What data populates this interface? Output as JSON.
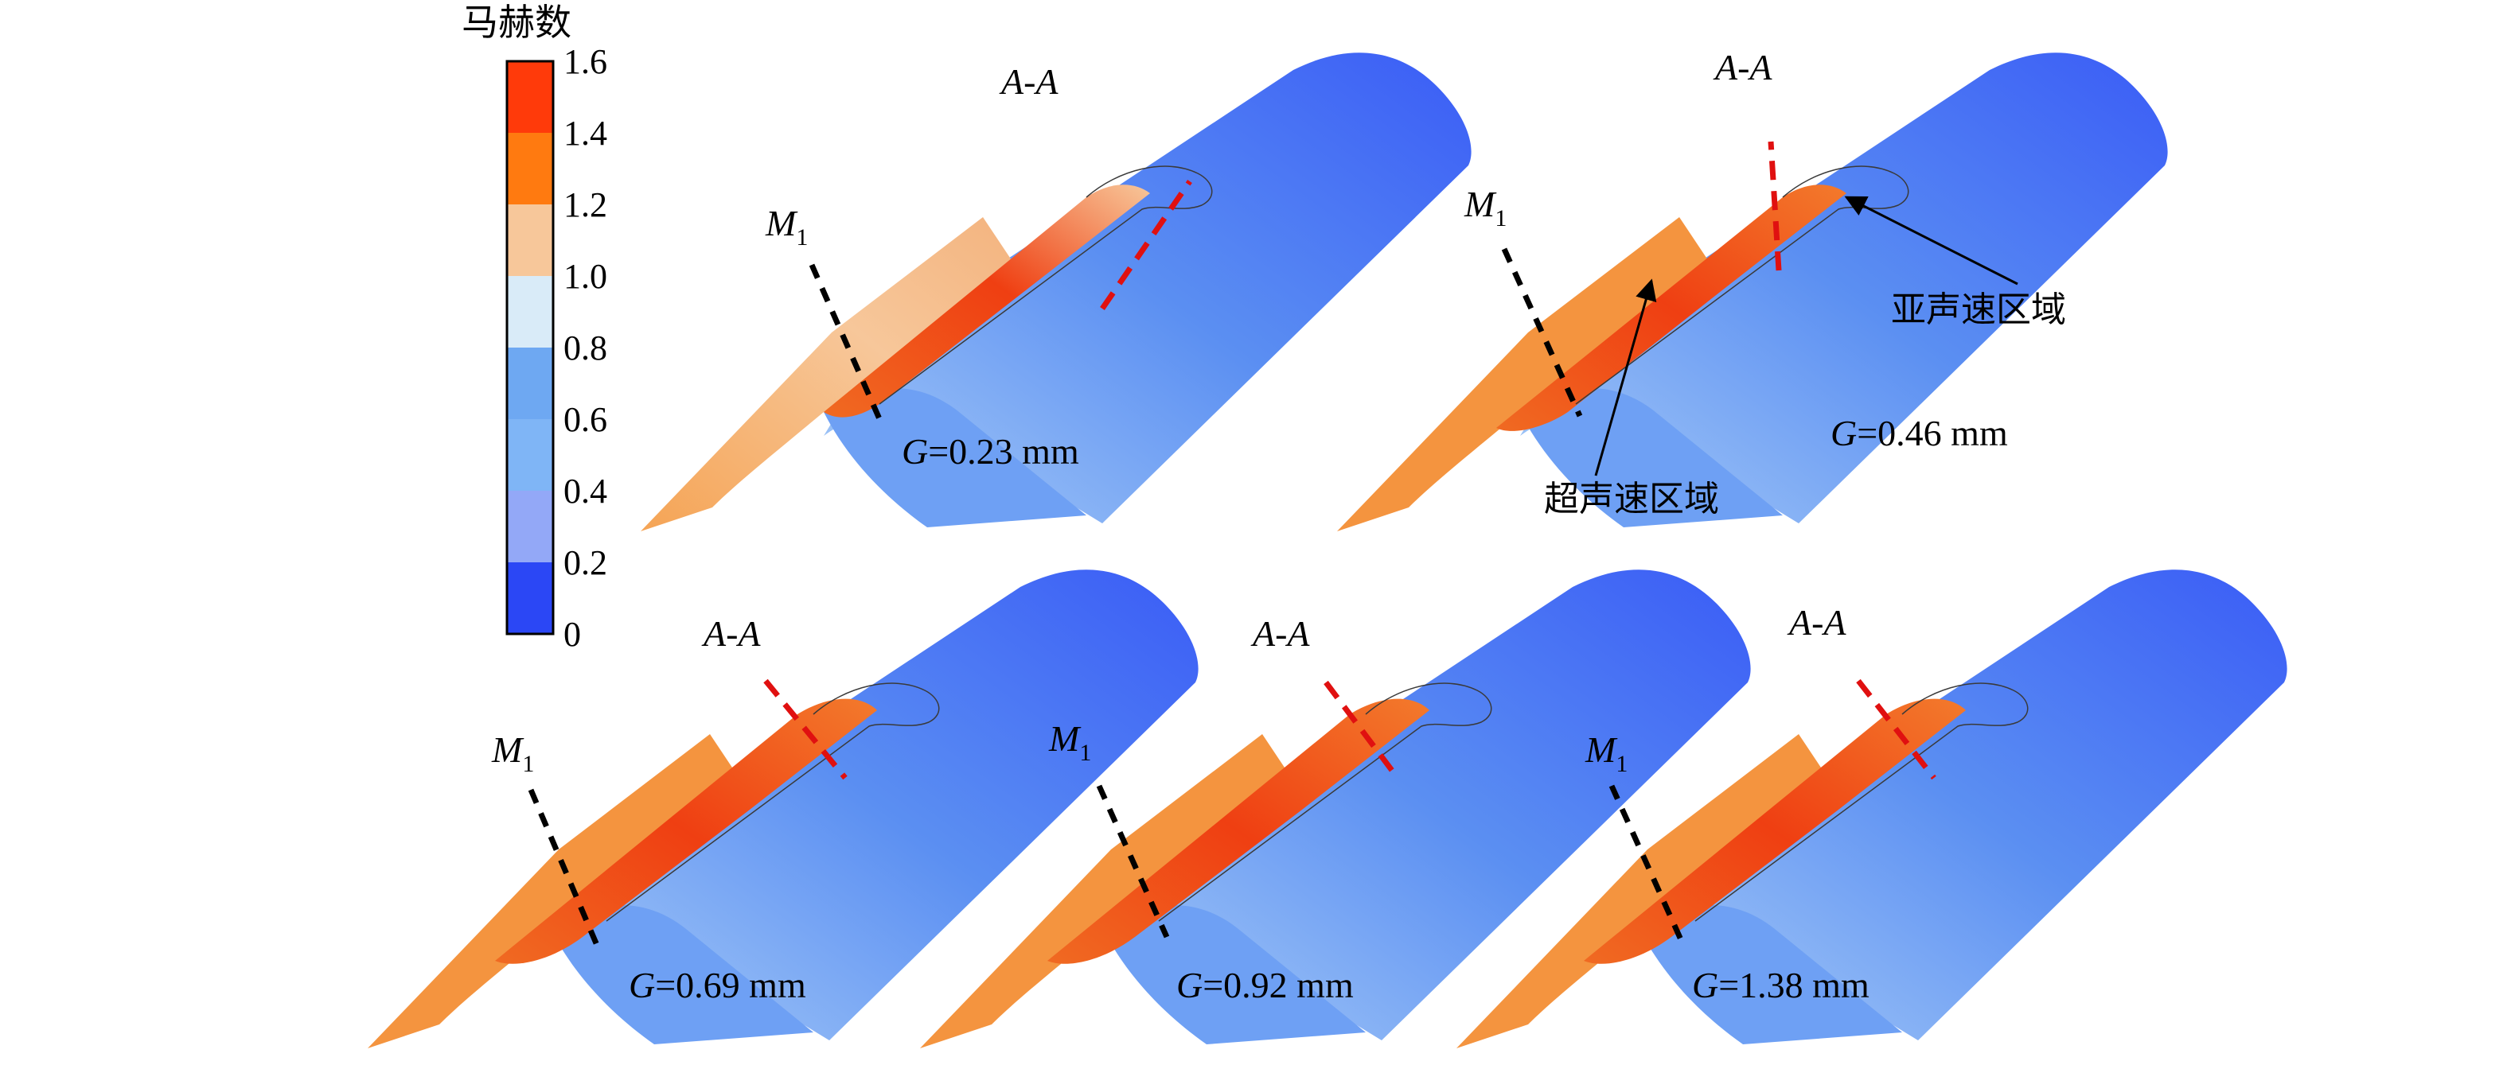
{
  "colorbar": {
    "title": "马赫数",
    "ticks": [
      "1.6",
      "1.4",
      "1.2",
      "1.0",
      "0.8",
      "0.6",
      "0.4",
      "0.2",
      "0"
    ],
    "bands": [
      "#ff3a0a",
      "#ff7a10",
      "#f7a25c",
      "#f7c79a",
      "#d9ebf8",
      "#6ea8f2",
      "#7fb5f6",
      "#93a8f7",
      "#2b47f5"
    ]
  },
  "panels": [
    {
      "id": "p1",
      "section_label": "A-A",
      "station_label": "M",
      "station_sub": "1",
      "g_prefix": "G",
      "g_value": "=0.23 mm"
    },
    {
      "id": "p2",
      "section_label": "A-A",
      "station_label": "M",
      "station_sub": "1",
      "g_prefix": "G",
      "g_value": "=0.46 mm",
      "annotations": {
        "subsonic": "亚声速区域",
        "supersonic": "超声速区域"
      }
    },
    {
      "id": "p3",
      "section_label": "A-A",
      "station_label": "M",
      "station_sub": "1",
      "g_prefix": "G",
      "g_value": "=0.69 mm"
    },
    {
      "id": "p4",
      "section_label": "A-A",
      "station_label": "M",
      "station_sub": "1",
      "g_prefix": "G",
      "g_value": "=0.92 mm"
    },
    {
      "id": "p5",
      "section_label": "A-A",
      "station_label": "M",
      "station_sub": "1",
      "g_prefix": "G",
      "g_value": "=1.38 mm"
    }
  ],
  "colors": {
    "blue_dark": "#2f4ff5",
    "blue_mid": "#5b8ff2",
    "blue_light": "#a9cdf7",
    "white": "#eef5fc",
    "peach": "#f7c79a",
    "orange": "#f28a30",
    "red": "#ef3f12",
    "dash_black": "#000000",
    "dash_red": "#e01010"
  }
}
